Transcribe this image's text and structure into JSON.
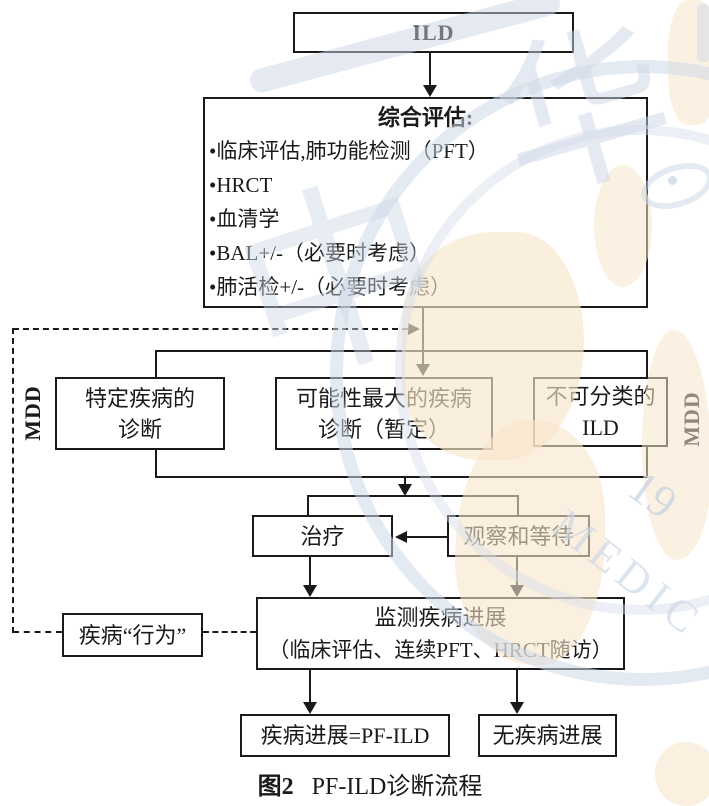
{
  "figure_caption": {
    "label": "图2",
    "title": "PF-ILD诊断流程"
  },
  "nodes": {
    "ild": {
      "label": "ILD"
    },
    "assessment": {
      "title": "综合评估:",
      "items": [
        "•临床评估,肺功能检测（PFT）",
        "•HRCT",
        "•血清学",
        "•BAL+/-（必要时考虑）",
        "•肺活检+/-（必要时考虑）"
      ]
    },
    "specific_diagnosis": {
      "line1": "特定疾病的",
      "line2": "诊断"
    },
    "probable_diagnosis": {
      "line1": "可能性最大的疾病",
      "line2": "诊断（暂定）"
    },
    "unclassifiable": {
      "line1": "不可分类的",
      "line2": "ILD"
    },
    "mdd_left": {
      "label": "MDD"
    },
    "mdd_right": {
      "label": "MDD"
    },
    "treatment": {
      "label": "治疗"
    },
    "watch_and_wait": {
      "label": "观察和等待"
    },
    "monitor": {
      "line1": "监测疾病进展",
      "line2": "（临床评估、连续PFT、HRCT随访）"
    },
    "disease_behavior": {
      "label": "疾病“行为”"
    },
    "progression": {
      "label": "疾病进展=PF-ILD"
    },
    "no_progression": {
      "label": "无疾病进展"
    }
  },
  "watermark": {
    "hanzi_top": "华",
    "hanzi_mid": "中",
    "year": "19",
    "arc_text": "MEDIC",
    "blue": "#c6d2e2",
    "orange": "#f8e5c9"
  }
}
